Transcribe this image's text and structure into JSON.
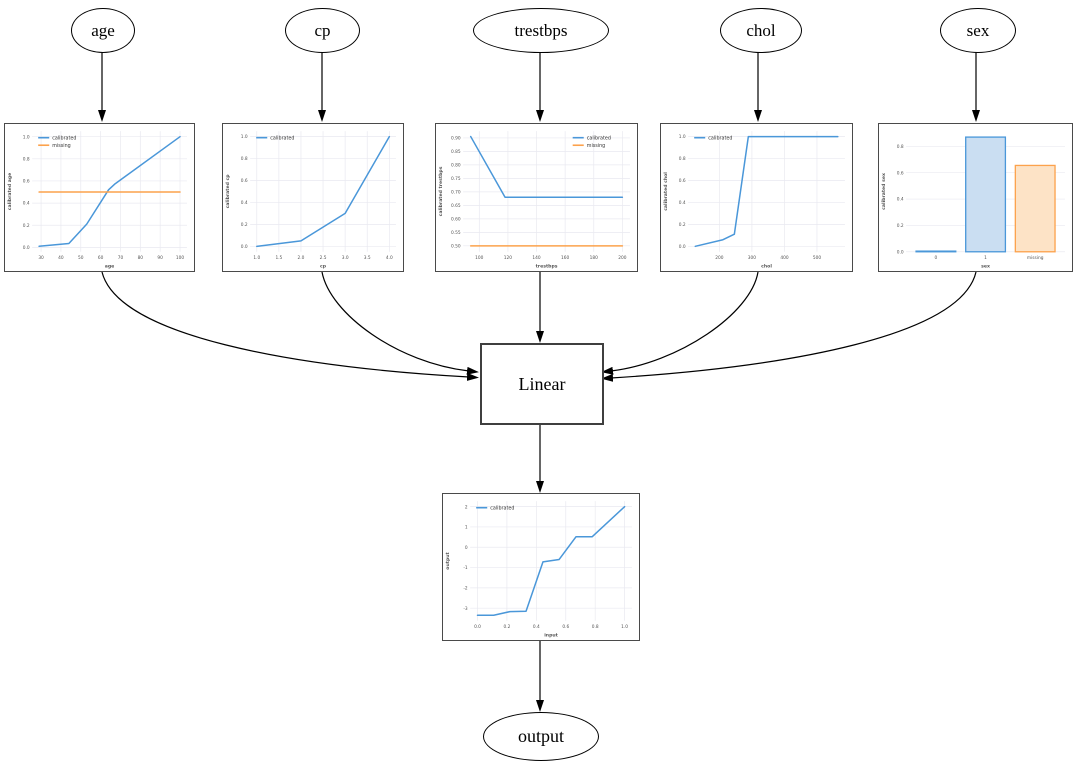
{
  "diagram": {
    "input_nodes": [
      {
        "label": "age"
      },
      {
        "label": "cp"
      },
      {
        "label": "trestbps"
      },
      {
        "label": "chol"
      },
      {
        "label": "sex"
      }
    ],
    "combiner_label": "Linear",
    "output_label": "output"
  },
  "colors": {
    "calibrated": "#4a97d9",
    "missing": "#fca24c",
    "bar_blue_fill": "#cadef2",
    "bar_orange_fill": "#fde3c6",
    "grid": "#e9e9f0",
    "tick_text": "#555555",
    "plot_border": "#4a4a4a",
    "edge": "#000000"
  },
  "chart_data": [
    {
      "id": "age-calibrator",
      "type": "line",
      "xlabel": "age",
      "ylabel": "calibrated age",
      "xlim": [
        25.5,
        103.5
      ],
      "ylim": [
        -0.04,
        1.05
      ],
      "xticks": [
        30,
        40,
        50,
        60,
        70,
        80,
        90,
        100
      ],
      "xtick_labels": [
        "30",
        "40",
        "50",
        "60",
        "70",
        "80",
        "90",
        "100"
      ],
      "yticks": [
        0.0,
        0.2,
        0.4,
        0.6,
        0.8,
        1.0
      ],
      "ytick_labels": [
        "0.0",
        "0.2",
        "0.4",
        "0.6",
        "0.8",
        "1.0"
      ],
      "grid": true,
      "legend_position": "top-left",
      "series": [
        {
          "name": "calibrated",
          "color": "blue",
          "x": [
            29,
            44,
            53,
            64,
            67,
            100
          ],
          "y": [
            0.01,
            0.035,
            0.21,
            0.52,
            0.57,
            1.0
          ]
        },
        {
          "name": "missing",
          "color": "orange",
          "x": [
            29,
            100
          ],
          "y": [
            0.5,
            0.5
          ]
        }
      ]
    },
    {
      "id": "cp-calibrator",
      "type": "line",
      "xlabel": "cp",
      "ylabel": "calibrated cp",
      "xlim": [
        0.85,
        4.15
      ],
      "ylim": [
        -0.05,
        1.05
      ],
      "xticks": [
        1.0,
        1.5,
        2.0,
        2.5,
        3.0,
        3.5,
        4.0
      ],
      "xtick_labels": [
        "1.0",
        "1.5",
        "2.0",
        "2.5",
        "3.0",
        "3.5",
        "4.0"
      ],
      "yticks": [
        0.0,
        0.2,
        0.4,
        0.6,
        0.8,
        1.0
      ],
      "ytick_labels": [
        "0.0",
        "0.2",
        "0.4",
        "0.6",
        "0.8",
        "1.0"
      ],
      "grid": true,
      "legend_position": "top-left",
      "series": [
        {
          "name": "calibrated",
          "color": "blue",
          "x": [
            1.0,
            2.0,
            3.0,
            4.0
          ],
          "y": [
            0.0,
            0.05,
            0.3,
            1.0
          ]
        }
      ]
    },
    {
      "id": "trestbps-calibrator",
      "type": "line",
      "xlabel": "trestbps",
      "ylabel": "calibrated trestbps",
      "xlim": [
        88.7,
        205.3
      ],
      "ylim": [
        0.478,
        0.925
      ],
      "xticks": [
        100,
        120,
        140,
        160,
        180,
        200
      ],
      "xtick_labels": [
        "100",
        "120",
        "140",
        "160",
        "180",
        "200"
      ],
      "yticks": [
        0.5,
        0.55,
        0.6,
        0.65,
        0.7,
        0.75,
        0.8,
        0.85,
        0.9
      ],
      "ytick_labels": [
        "0.50",
        "0.55",
        "0.60",
        "0.65",
        "0.70",
        "0.75",
        "0.80",
        "0.85",
        "0.90"
      ],
      "grid": true,
      "legend_position": "top-right",
      "series": [
        {
          "name": "calibrated",
          "color": "blue",
          "x": [
            94,
            118,
            200
          ],
          "y": [
            0.905,
            0.68,
            0.68
          ]
        },
        {
          "name": "missing",
          "color": "orange",
          "x": [
            94,
            200
          ],
          "y": [
            0.5,
            0.5
          ]
        }
      ]
    },
    {
      "id": "chol-calibrator",
      "type": "line",
      "xlabel": "chol",
      "ylabel": "calibrated chol",
      "xlim": [
        104,
        586
      ],
      "ylim": [
        -0.05,
        1.05
      ],
      "xticks": [
        200,
        300,
        400,
        500
      ],
      "xtick_labels": [
        "200",
        "300",
        "400",
        "500"
      ],
      "yticks": [
        0.0,
        0.2,
        0.4,
        0.6,
        0.8,
        1.0
      ],
      "ytick_labels": [
        "0.0",
        "0.2",
        "0.4",
        "0.6",
        "0.8",
        "1.0"
      ],
      "grid": true,
      "legend_position": "top-left",
      "series": [
        {
          "name": "calibrated",
          "color": "blue",
          "x": [
            126,
            211,
            246,
            289,
            564
          ],
          "y": [
            0.0,
            0.06,
            0.11,
            1.0,
            1.0
          ]
        }
      ]
    },
    {
      "id": "sex-calibrator",
      "type": "bar",
      "xlabel": "sex",
      "ylabel": "calibrated sex",
      "categories": [
        "0",
        "1",
        "missing"
      ],
      "values": [
        0.005,
        0.87,
        0.655
      ],
      "bar_colors": [
        "blue",
        "blue",
        "orange"
      ],
      "ylim": [
        0,
        0.915
      ],
      "yticks": [
        0.0,
        0.2,
        0.4,
        0.6,
        0.8
      ],
      "ytick_labels": [
        "0.0",
        "0.2",
        "0.4",
        "0.6",
        "0.8"
      ],
      "grid": true
    },
    {
      "id": "output-calibrator",
      "type": "line",
      "xlabel": "input",
      "ylabel": "output",
      "xlim": [
        -0.05,
        1.05
      ],
      "ylim": [
        -3.62,
        2.27
      ],
      "xticks": [
        0.0,
        0.2,
        0.4,
        0.6,
        0.8,
        1.0
      ],
      "xtick_labels": [
        "0.0",
        "0.2",
        "0.4",
        "0.6",
        "0.8",
        "1.0"
      ],
      "yticks": [
        -3,
        -2,
        -1,
        0,
        1,
        2
      ],
      "ytick_labels": [
        "-3",
        "-2",
        "-1",
        "0",
        "1",
        "2"
      ],
      "grid": true,
      "legend_position": "top-left",
      "series": [
        {
          "name": "calibrated",
          "color": "blue",
          "x": [
            0.0,
            0.11,
            0.22,
            0.33,
            0.445,
            0.555,
            0.67,
            0.78,
            1.0
          ],
          "y": [
            -3.35,
            -3.35,
            -3.17,
            -3.15,
            -0.72,
            -0.6,
            0.52,
            0.52,
            2.0
          ]
        }
      ]
    }
  ]
}
